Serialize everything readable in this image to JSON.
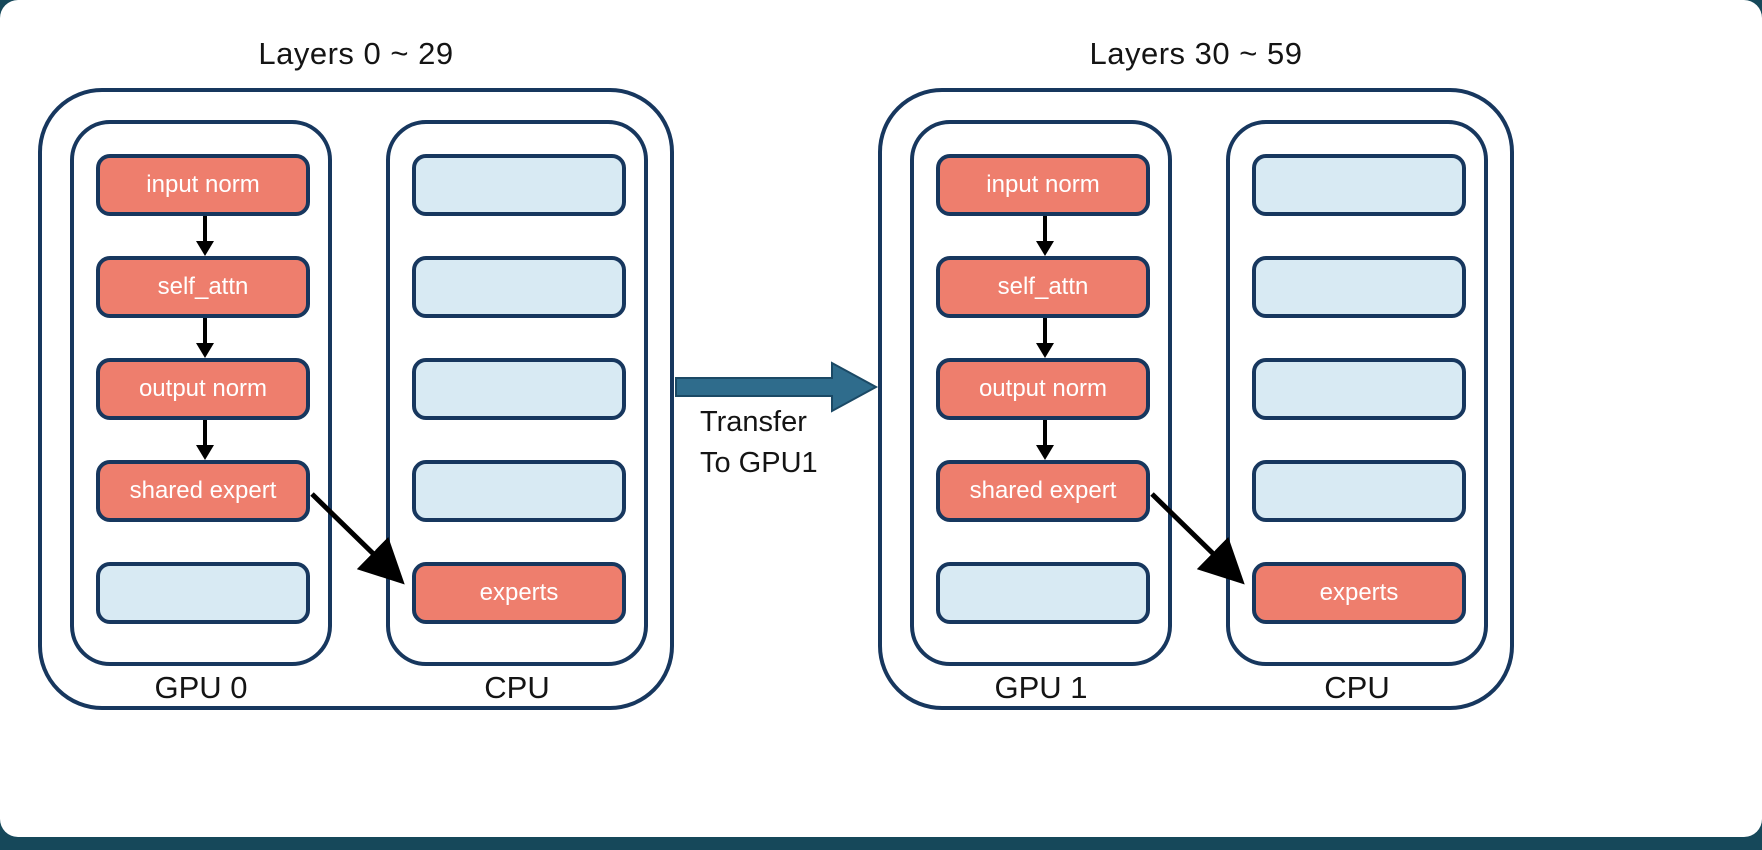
{
  "diagram": {
    "groups": [
      {
        "title": "Layers 0 ~ 29",
        "gpu_label": "GPU 0",
        "cpu_label": "CPU",
        "gpu_boxes": [
          "input norm",
          "self_attn",
          "output norm",
          "shared expert"
        ],
        "cpu_expert_label": "experts"
      },
      {
        "title": "Layers 30 ~ 59",
        "gpu_label": "GPU 1",
        "cpu_label": "CPU",
        "gpu_boxes": [
          "input norm",
          "self_attn",
          "output norm",
          "shared expert"
        ],
        "cpu_expert_label": "experts"
      }
    ],
    "transfer": {
      "line1": "Transfer",
      "line2": "To GPU1"
    },
    "colors": {
      "module_salmon": "#EE7E6D",
      "placeholder_blue": "#D8EAF3",
      "outline_navy": "#17375E",
      "transfer_arrow_blue": "#2F6C8C",
      "flow_arrow_black": "#000000",
      "bottom_bar_teal": "#16485A"
    }
  }
}
